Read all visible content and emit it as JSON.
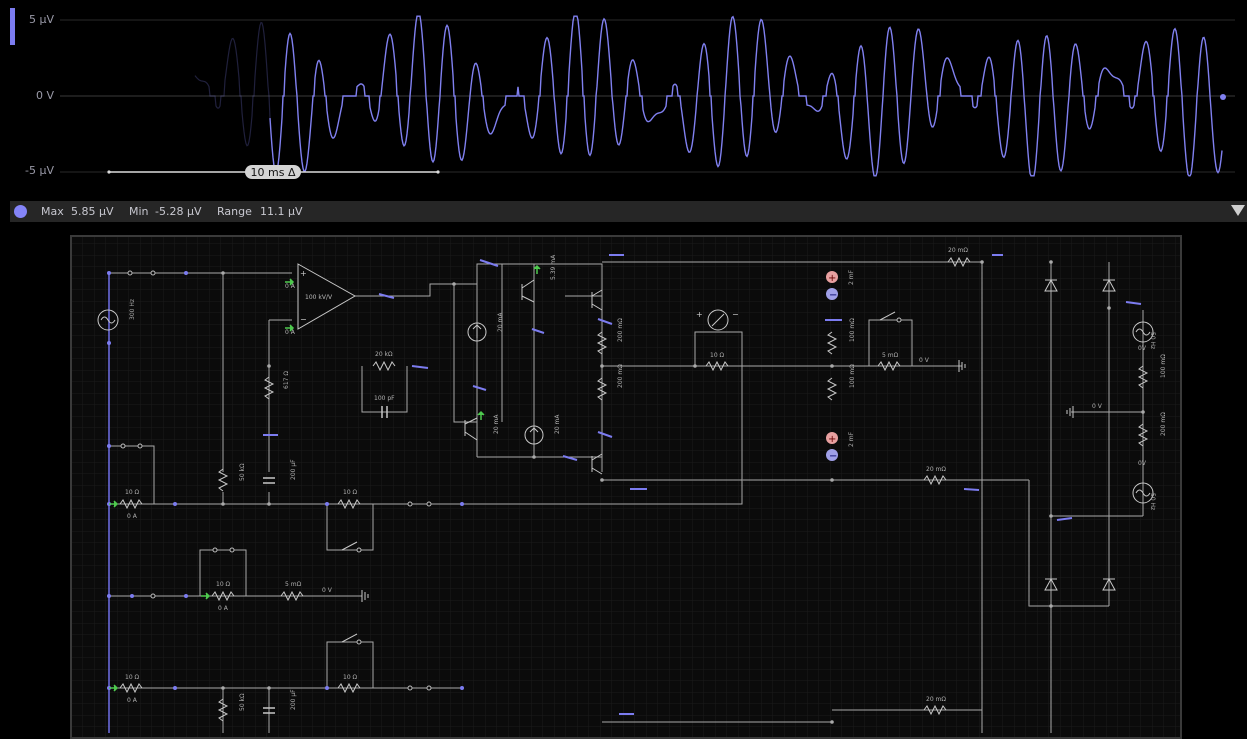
{
  "scope": {
    "axis_labels": {
      "top": "5 µV",
      "mid": "0 V",
      "bottom": "-5 µV"
    },
    "time_scale_label": "10 ms Δ",
    "trace_color": "#8080f0"
  },
  "status_bar": {
    "max_label": "Max",
    "max_value": "5.85 µV",
    "min_label": "Min",
    "min_value": "-5.28 µV",
    "range_label": "Range",
    "range_value": "11.1 µV"
  },
  "circuit": {
    "labels": {
      "src_freq_left": "300 Hz",
      "opamp_gain": "100 kV/V",
      "opamp_plus": "+",
      "opamp_minus": "−",
      "opamp_out_a1": "0 A",
      "opamp_out_a2": "0 A",
      "r_20k": "20 kΩ",
      "r_617": "617 Ω",
      "cap_100p": "100 pF",
      "cs_20ma_1": "20 mA",
      "cs_20ma_2": "20 mA",
      "cs_20ma_3": "20 mA",
      "cs_539": "5.39 mA",
      "r_200m_1": "200 mΩ",
      "r_200m_2": "200 mΩ",
      "r_10_mid": "10 Ω",
      "r_100m_1": "100 mΩ",
      "r_100m_2": "100 mΩ",
      "r_5m_right": "5 mΩ",
      "v_0_right": "0 V",
      "cap_2mf_1": "2 mF",
      "cap_2mf_2": "2 mF",
      "r_20m_top": "20 mΩ",
      "r_20m_mid": "20 mΩ",
      "r_20m_bot": "20 mΩ",
      "src_50_1": "50 Hz",
      "src_50_2": "50 Hz",
      "src_v_1": "0V",
      "src_v_2": "0V",
      "r_100m_right": "100 mΩ",
      "r_200m_right": "200 mΩ",
      "gnd_right_v": "0 V",
      "r_10_a": "10 Ω",
      "a_0_a": "0 A",
      "r_50k_1": "50 kΩ",
      "cap_200u_1": "200 µF",
      "r_10_b": "10 Ω",
      "r_10_c": "10 Ω",
      "a_0_c": "0 A",
      "r_5m_low": "5 mΩ",
      "v_0_low": "0 V",
      "r_10_d": "10 Ω",
      "a_0_d": "0 A",
      "r_50k_2": "50 kΩ",
      "cap_200u_2": "200 µF",
      "r_10_e": "10 Ω"
    }
  }
}
